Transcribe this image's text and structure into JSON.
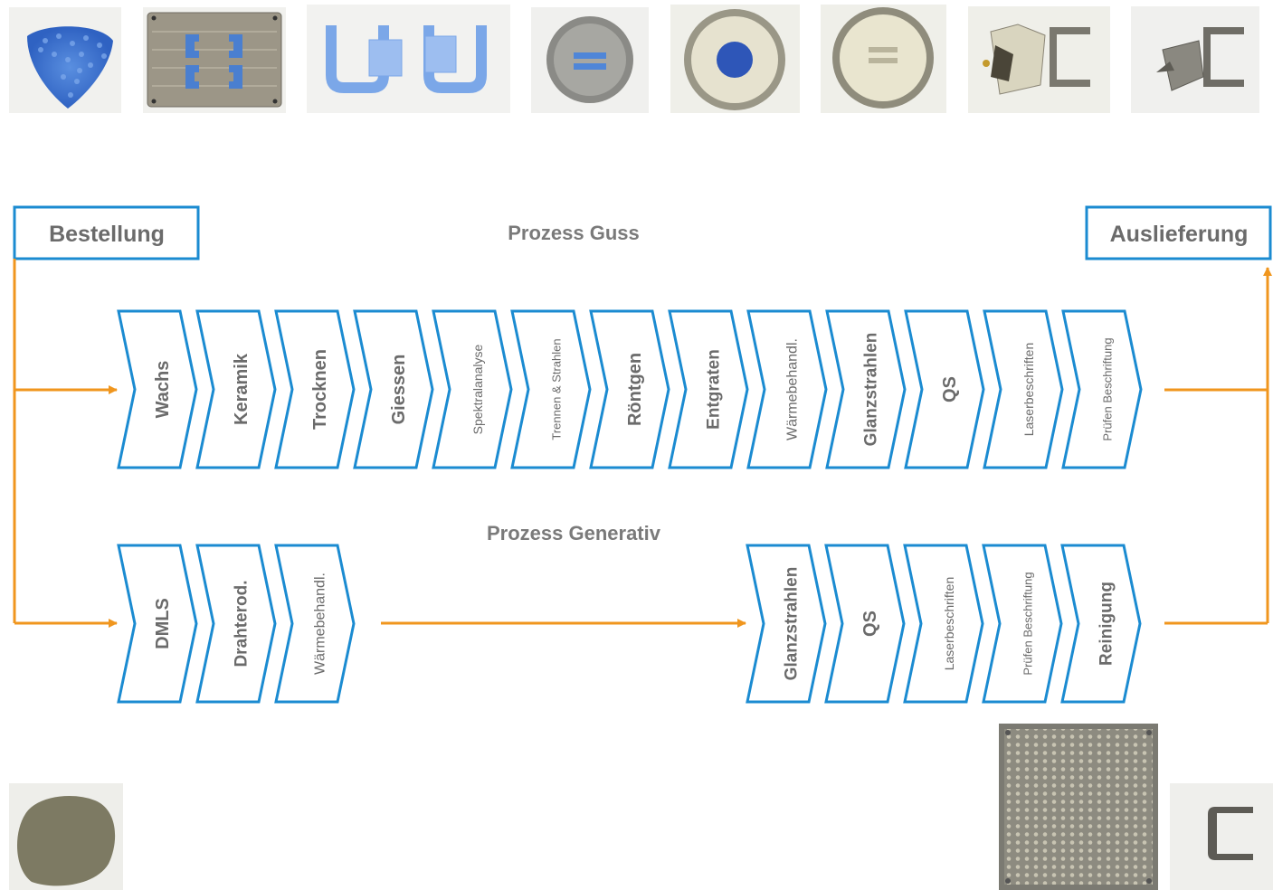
{
  "titles": {
    "guss": "Prozess Guss",
    "generativ": "Prozess Generativ"
  },
  "start_label": "Bestellung",
  "end_label": "Auslieferung",
  "colors": {
    "chevron_stroke": "#1b8bd1",
    "flow_line": "#f0961e",
    "text": "#6b6b6b"
  },
  "guss_steps": [
    "Wachs",
    "Keramik",
    "Trocknen",
    "Giessen",
    "Spektralanalyse",
    "Trennen & Strahlen",
    "Röntgen",
    "Entgraten",
    "Wärmebehandl.",
    "Glanzstrahlen",
    "QS",
    "Laserbeschriften",
    "Prüfen Beschriftung"
  ],
  "generativ_steps_left": [
    "DMLS",
    "Drahterod.",
    "Wärmebehandl."
  ],
  "generativ_steps_right": [
    "Glanzstrahlen",
    "QS",
    "Laserbeschriften",
    "Prüfen Beschriftung",
    "Reinigung"
  ],
  "photos_top": [
    "blue-wax-granules",
    "aluminium-mold-plate",
    "blue-wax-clip-patterns",
    "gray-ceramic-disc",
    "ceramic-shell-blue-core",
    "ceramic-shell-cast",
    "cast-part-with-shell",
    "cast-metal-clip"
  ],
  "photos_bottom": [
    "metal-powder",
    "build-plate-with-parts",
    "finished-clip"
  ]
}
